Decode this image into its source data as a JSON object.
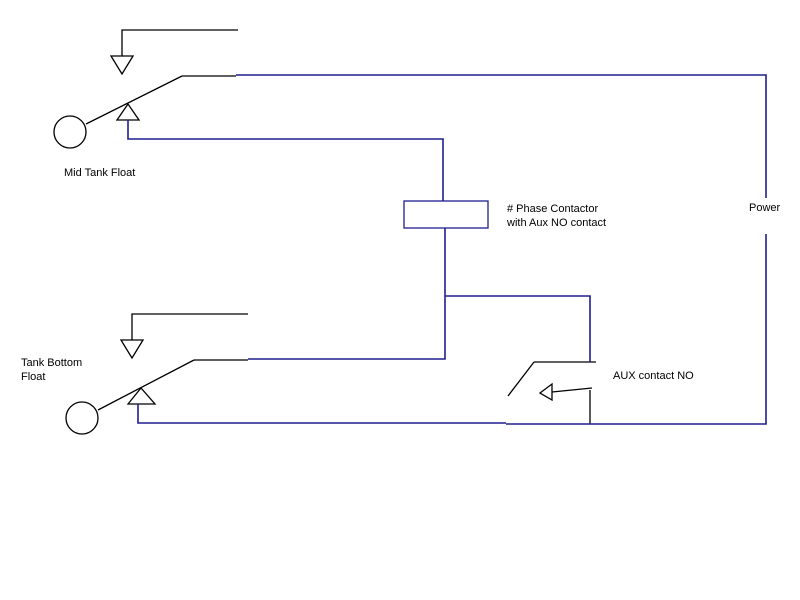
{
  "labels": {
    "mid_tank_float": "Mid Tank Float",
    "tank_bottom_float": [
      "Tank Bottom",
      "Float"
    ],
    "phase_contactor": [
      "# Phase Contactor",
      "with Aux NO contact"
    ],
    "power": "Power",
    "aux_contact": "AUX contact  NO"
  },
  "colors": {
    "wire": "#1f1f8f",
    "symbol": "#000000"
  }
}
